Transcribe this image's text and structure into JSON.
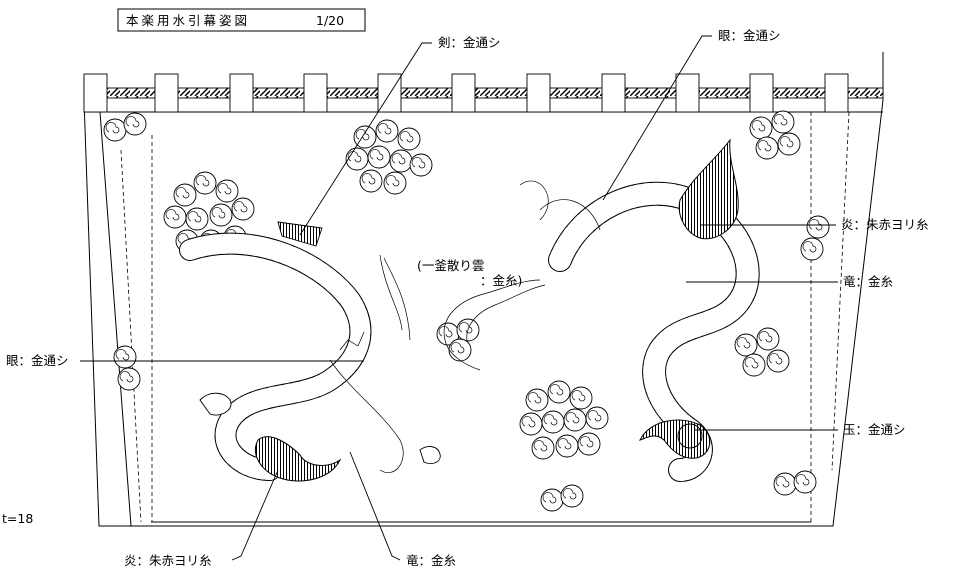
{
  "drawing": {
    "title": "本楽用水引幕姿図",
    "scale": "1/20",
    "thickness_note": "t=18"
  },
  "callouts": {
    "sword": "剣：金通シ",
    "eye_right": "眼：金通シ",
    "flame_right": "炎：朱赤ヨリ糸",
    "dragon_right": "竜：金糸",
    "clouds_line1": "(一釜散り雲",
    "clouds_line2": "：金糸)",
    "eye_left": "眼：金通シ",
    "jewel": "玉：金通シ",
    "flame_left": "炎：朱赤ヨリ糸",
    "dragon_left": "竜：金糸"
  },
  "colors": {
    "line": "#000000",
    "background": "#ffffff",
    "hatch_fill": "#555555"
  }
}
